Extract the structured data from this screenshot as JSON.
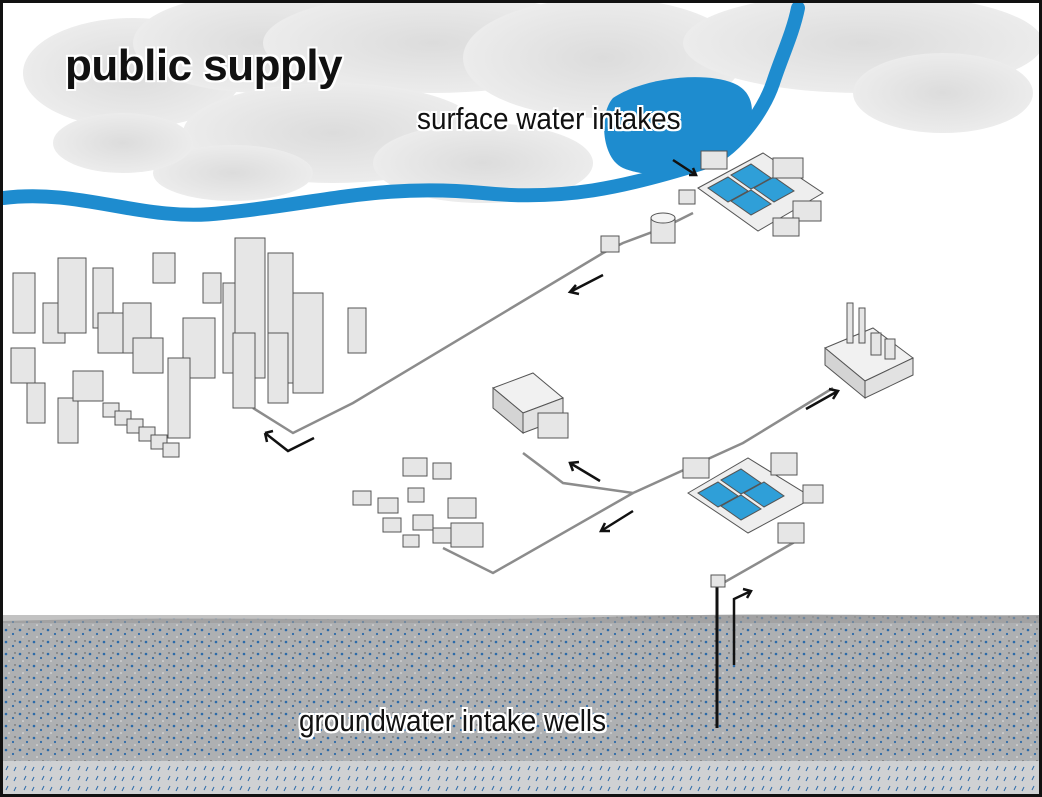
{
  "title": "public supply",
  "labels": {
    "surface_water_intakes": "surface water intakes",
    "groundwater_intake_wells": "groundwater intake wells"
  },
  "colors": {
    "water": "#1e8ccf",
    "pool": "#2f9fd8",
    "cloud": "#e4e4e4",
    "building": "#e6e6e6",
    "pipe": "#8c8c8c",
    "ground": "#a9abad",
    "ground_dots": "#2c6aa8",
    "arrow": "#111111"
  },
  "icons": [
    "arrow-icon",
    "well-icon",
    "water-tower-icon",
    "factory-icon",
    "treatment-plant-icon"
  ]
}
